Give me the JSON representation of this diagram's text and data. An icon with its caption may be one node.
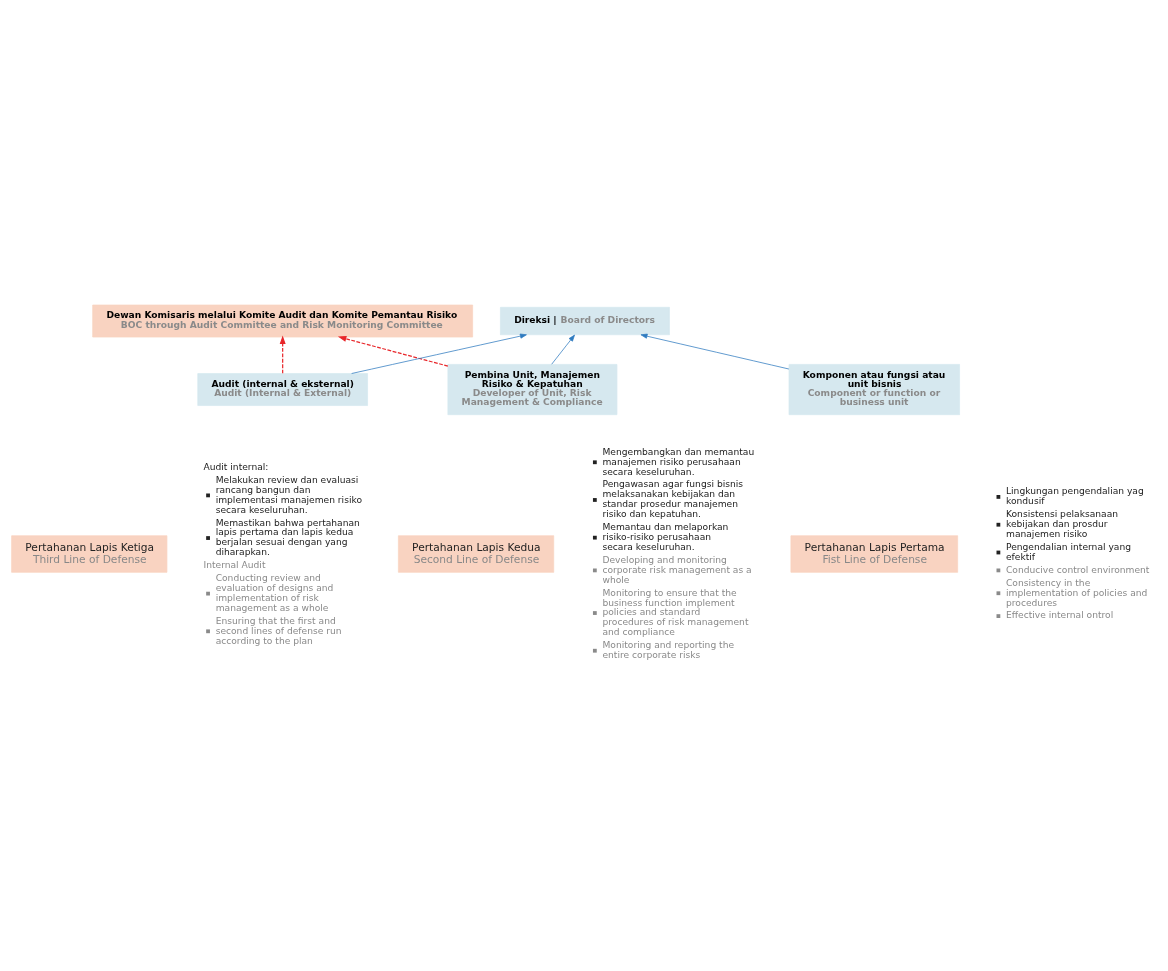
{
  "diagram": {
    "nodes": [
      {
        "text": [
          "Dewan Komisaris melalui Komite Audit dan Komite Pemantau Risiko",
          "BOC through Audit Committee and Risk Monitoring Committee"
        ]
      },
      {
        "text": [
          "Direksi |",
          "Board of Directors"
        ]
      },
      {
        "text": [
          "Komponen atau fungsi atau unit bisnis",
          "Component or function or business unit"
        ]
      },
      {
        "text": [
          "Pertahanan Lapis Pertama",
          "Fist Line of Defense"
        ]
      },
      {
        "text": [
          "Pembina Unit, Manajemen Risiko & Kepatuhan",
          "Developer of Unit, Risk Management & Compliance"
        ]
      },
      {
        "text": [
          "Pertahanan Lapis Kedua",
          "Second Line of Defense"
        ]
      },
      {
        "text": [
          "Audit (internal & eksternal)",
          "Audit (Internal & External)"
        ]
      },
      {
        "text": [
          "Pertahanan Lapis Ketiga",
          "Third Line of Defense"
        ]
      }
    ],
    "edges": [
      {
        "from": 2,
        "to": 1,
        "arrow": "to"
      },
      {
        "from": 4,
        "to": 1,
        "arrow": "to"
      },
      {
        "from": 6,
        "to": 1,
        "arrow": "to"
      },
      {
        "from": 4,
        "to": 0,
        "arrow": "to",
        "style": "dashed",
        "color": "#e8262a"
      },
      {
        "from": 6,
        "to": 0,
        "arrow": "to",
        "style": "dashed",
        "color": "#e8262a"
      }
    ],
    "labels": [
      "Lingkungan pengendalian yag kondusif",
      "Konsistensi pelaksanaan kebijakan dan prosdur manajemen risiko",
      "Pengendalian internal yang efektif",
      "Conducive control environment",
      "Consistency in the implementation of policies and procedures",
      "Effective internal ontrol",
      "Mengembangkan dan memantau manajemen risiko perusahaan secara keseluruhan.",
      "Pengawasan agar fungsi bisnis melaksanakan kebijakan dan standar prosedur manajemen risiko dan kepatuhan.",
      "Memantau dan melaporkan risiko-risiko perusahaan secara keseluruhan.",
      "Developing and monitoring corporate risk management as a whole",
      "Monitoring to ensure that the business function implement policies and standard procedures of risk management and compliance",
      "Monitoring and reporting the entire corporate risks",
      "Audit internal:",
      "Melakukan review dan evaluasi rancang bangun dan implementasi manajemen risiko secara keseluruhan.",
      "Memastikan bahwa pertahanan lapis pertama dan lapis kedua berjalan sesuai dengan yang diharapkan.",
      "Internal Audit",
      "Conducting review and evaluation of designs and implementation of risk management as a whole",
      "Ensuring that the first and second lines of defense run according to the plan"
    ]
  }
}
